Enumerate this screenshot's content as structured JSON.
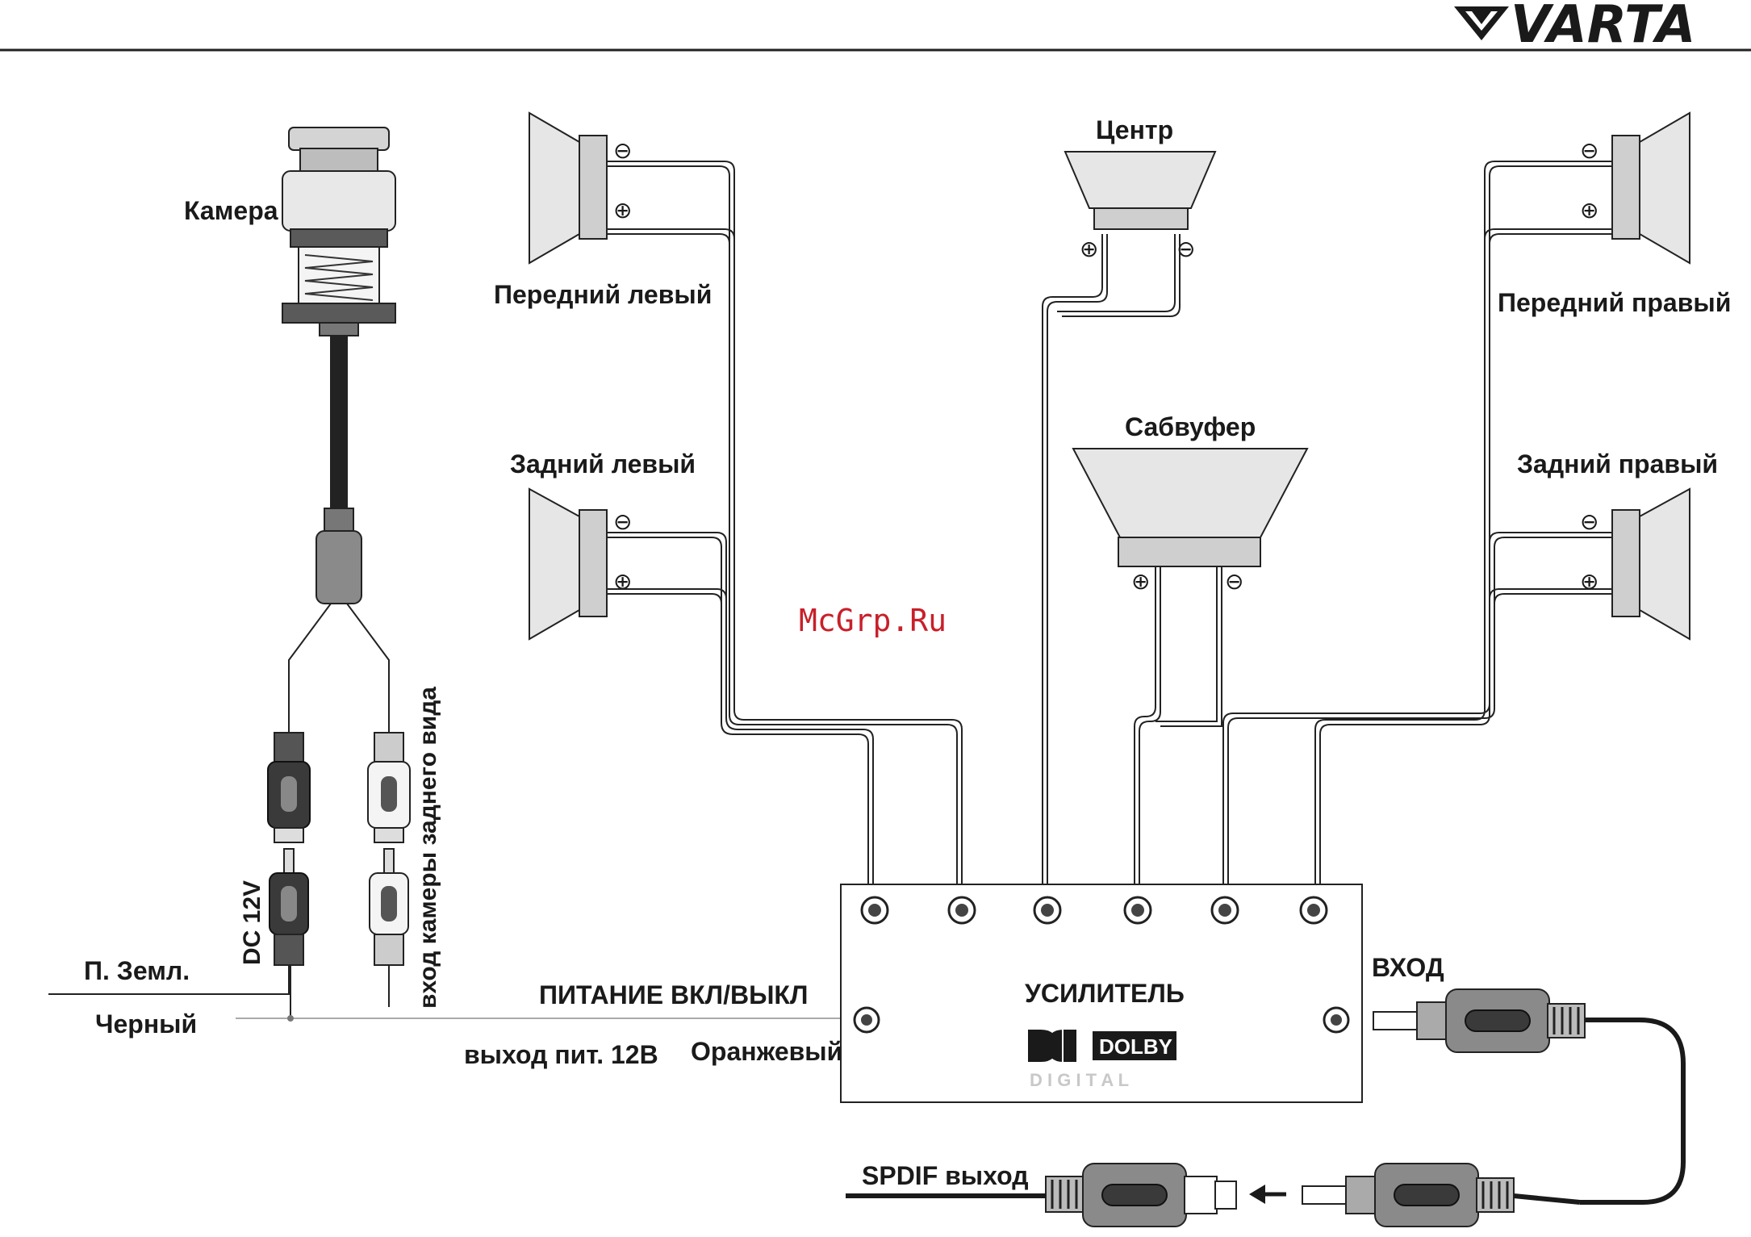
{
  "header": {
    "brand": "VARTA",
    "brand_icon": "varta-v-logo-icon",
    "watermark": "McGrp.Ru"
  },
  "labels": {
    "camera": "Камера",
    "front_left": "Передний левый",
    "rear_left": "Задний левый",
    "center": "Центр",
    "subwoofer": "Сабвуфер",
    "front_right": "Передний правый",
    "rear_right": "Задний правый",
    "dc12v": "DC 12V",
    "rear_cam_input": "вход камеры заднего вида",
    "ground": "П. Земл.",
    "black": "Черный",
    "power_switch": "ПИТАНИЕ ВКЛ/ВЫКЛ",
    "power_out": "выход пит. 12В",
    "orange": "Оранжевый",
    "amplifier": "УСИЛИТЕЛЬ",
    "input": "ВХОД",
    "spdif_out": "SPDIF выход",
    "dolby": "DOLBY",
    "digital": "D I G I T A L"
  },
  "symbols": {
    "minus": "⊖",
    "plus": "⊕"
  },
  "colors": {
    "line": "#222222",
    "watermark": "#c8202a",
    "speaker_fill": "#e6e6e6",
    "plug_body": "#8a8a8a",
    "plug_dark": "#3a3a3a"
  }
}
